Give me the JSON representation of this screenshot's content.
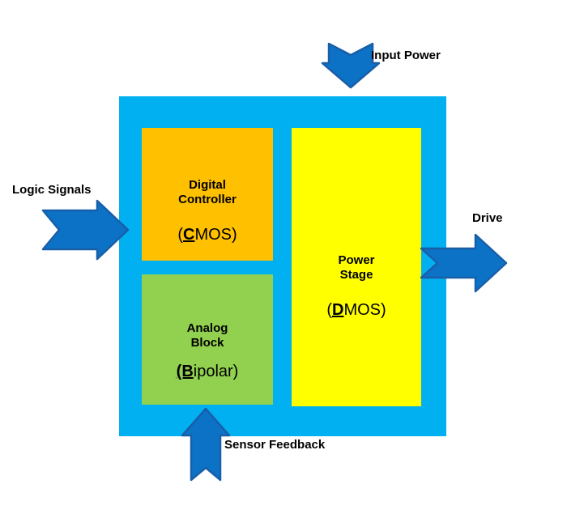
{
  "diagram": {
    "description": "Power IC block diagram: chip with digital, analog and power blocks and signal arrows",
    "chip_color": "#00B0F0",
    "arrow_fill": "#0B72C6",
    "arrow_stroke": "#1A5EA8",
    "label_color": "#000000",
    "background_color": "#FFFFFF",
    "blocks": {
      "digital_controller": {
        "title_line1": "Digital",
        "title_line2": "Controller",
        "tech_prefix": "(",
        "tech_key": "C",
        "tech_suffix": "MOS)",
        "fill": "#FFC000"
      },
      "analog_block": {
        "title_line1": "Analog",
        "title_line2": "Block",
        "tech_prefix": "",
        "tech_key": "(B",
        "tech_suffix": "ipolar)",
        "fill": "#92D050"
      },
      "power_stage": {
        "title_line1": "Power",
        "title_line2": "Stage",
        "tech_prefix": "(",
        "tech_key": "D",
        "tech_suffix": "MOS)",
        "fill": "#FFFF00"
      }
    },
    "arrows": {
      "input_power": {
        "label": "Input Power",
        "direction": "down-into-chip"
      },
      "logic_signals": {
        "label": "Logic Signals",
        "direction": "right-into-chip"
      },
      "drive": {
        "label": "Drive",
        "direction": "right-out-of-chip"
      },
      "sensor_feedback": {
        "label": "Sensor Feedback",
        "direction": "up-into-chip"
      }
    }
  }
}
